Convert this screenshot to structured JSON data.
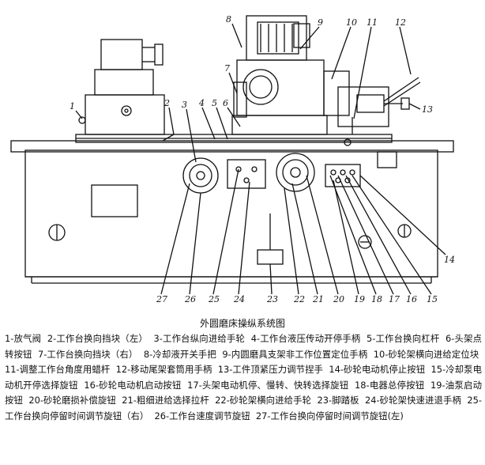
{
  "callouts": [
    "1",
    "2",
    "3",
    "4",
    "5",
    "6",
    "7",
    "8",
    "9",
    "10",
    "11",
    "12",
    "13",
    "14",
    "15",
    "16",
    "17",
    "18",
    "19",
    "20",
    "21",
    "22",
    "23",
    "24",
    "25",
    "26",
    "27"
  ],
  "caption": "外圆磨床操纵系统图",
  "legend": [
    "1-放气阀",
    "2-工作台换向挡块（左）",
    "3-工作台纵向进给手轮",
    "4-工作台液压传动开停手柄",
    "5-工作台换向杠杆",
    "6-头架点转按钮",
    "7-工作台换向挡块（右）",
    "8-冷却液开关手把",
    "9-内圆磨具支架非工作位置定位手柄",
    "10-砂轮架横向进给定位块",
    "11-调整工作台角度用蜡杆",
    "12-移动尾架套筒用手柄",
    "13-工件顶紧压力调节捏手",
    "14-砂轮电动机停止按钮",
    "15-冷却泵电动机开停选择旋钮",
    "16-砂轮电动机启动按钮",
    "17-头架电动机停、慢转、快转选择旋钮",
    "18-电器总停按钮",
    "19-油泵启动按钮",
    "20-砂轮磨损补偿旋钮",
    "21-粗细进给选择拉杆",
    "22-砂轮架横向进给手轮",
    "23-脚踏板",
    "24-砂轮架快速进退手柄",
    "25-工作台换向停留时间调节旋钮（右）",
    "26-工作台速度调节旋钮",
    "27-工作台换向停留时间调节旋钮(左)"
  ]
}
